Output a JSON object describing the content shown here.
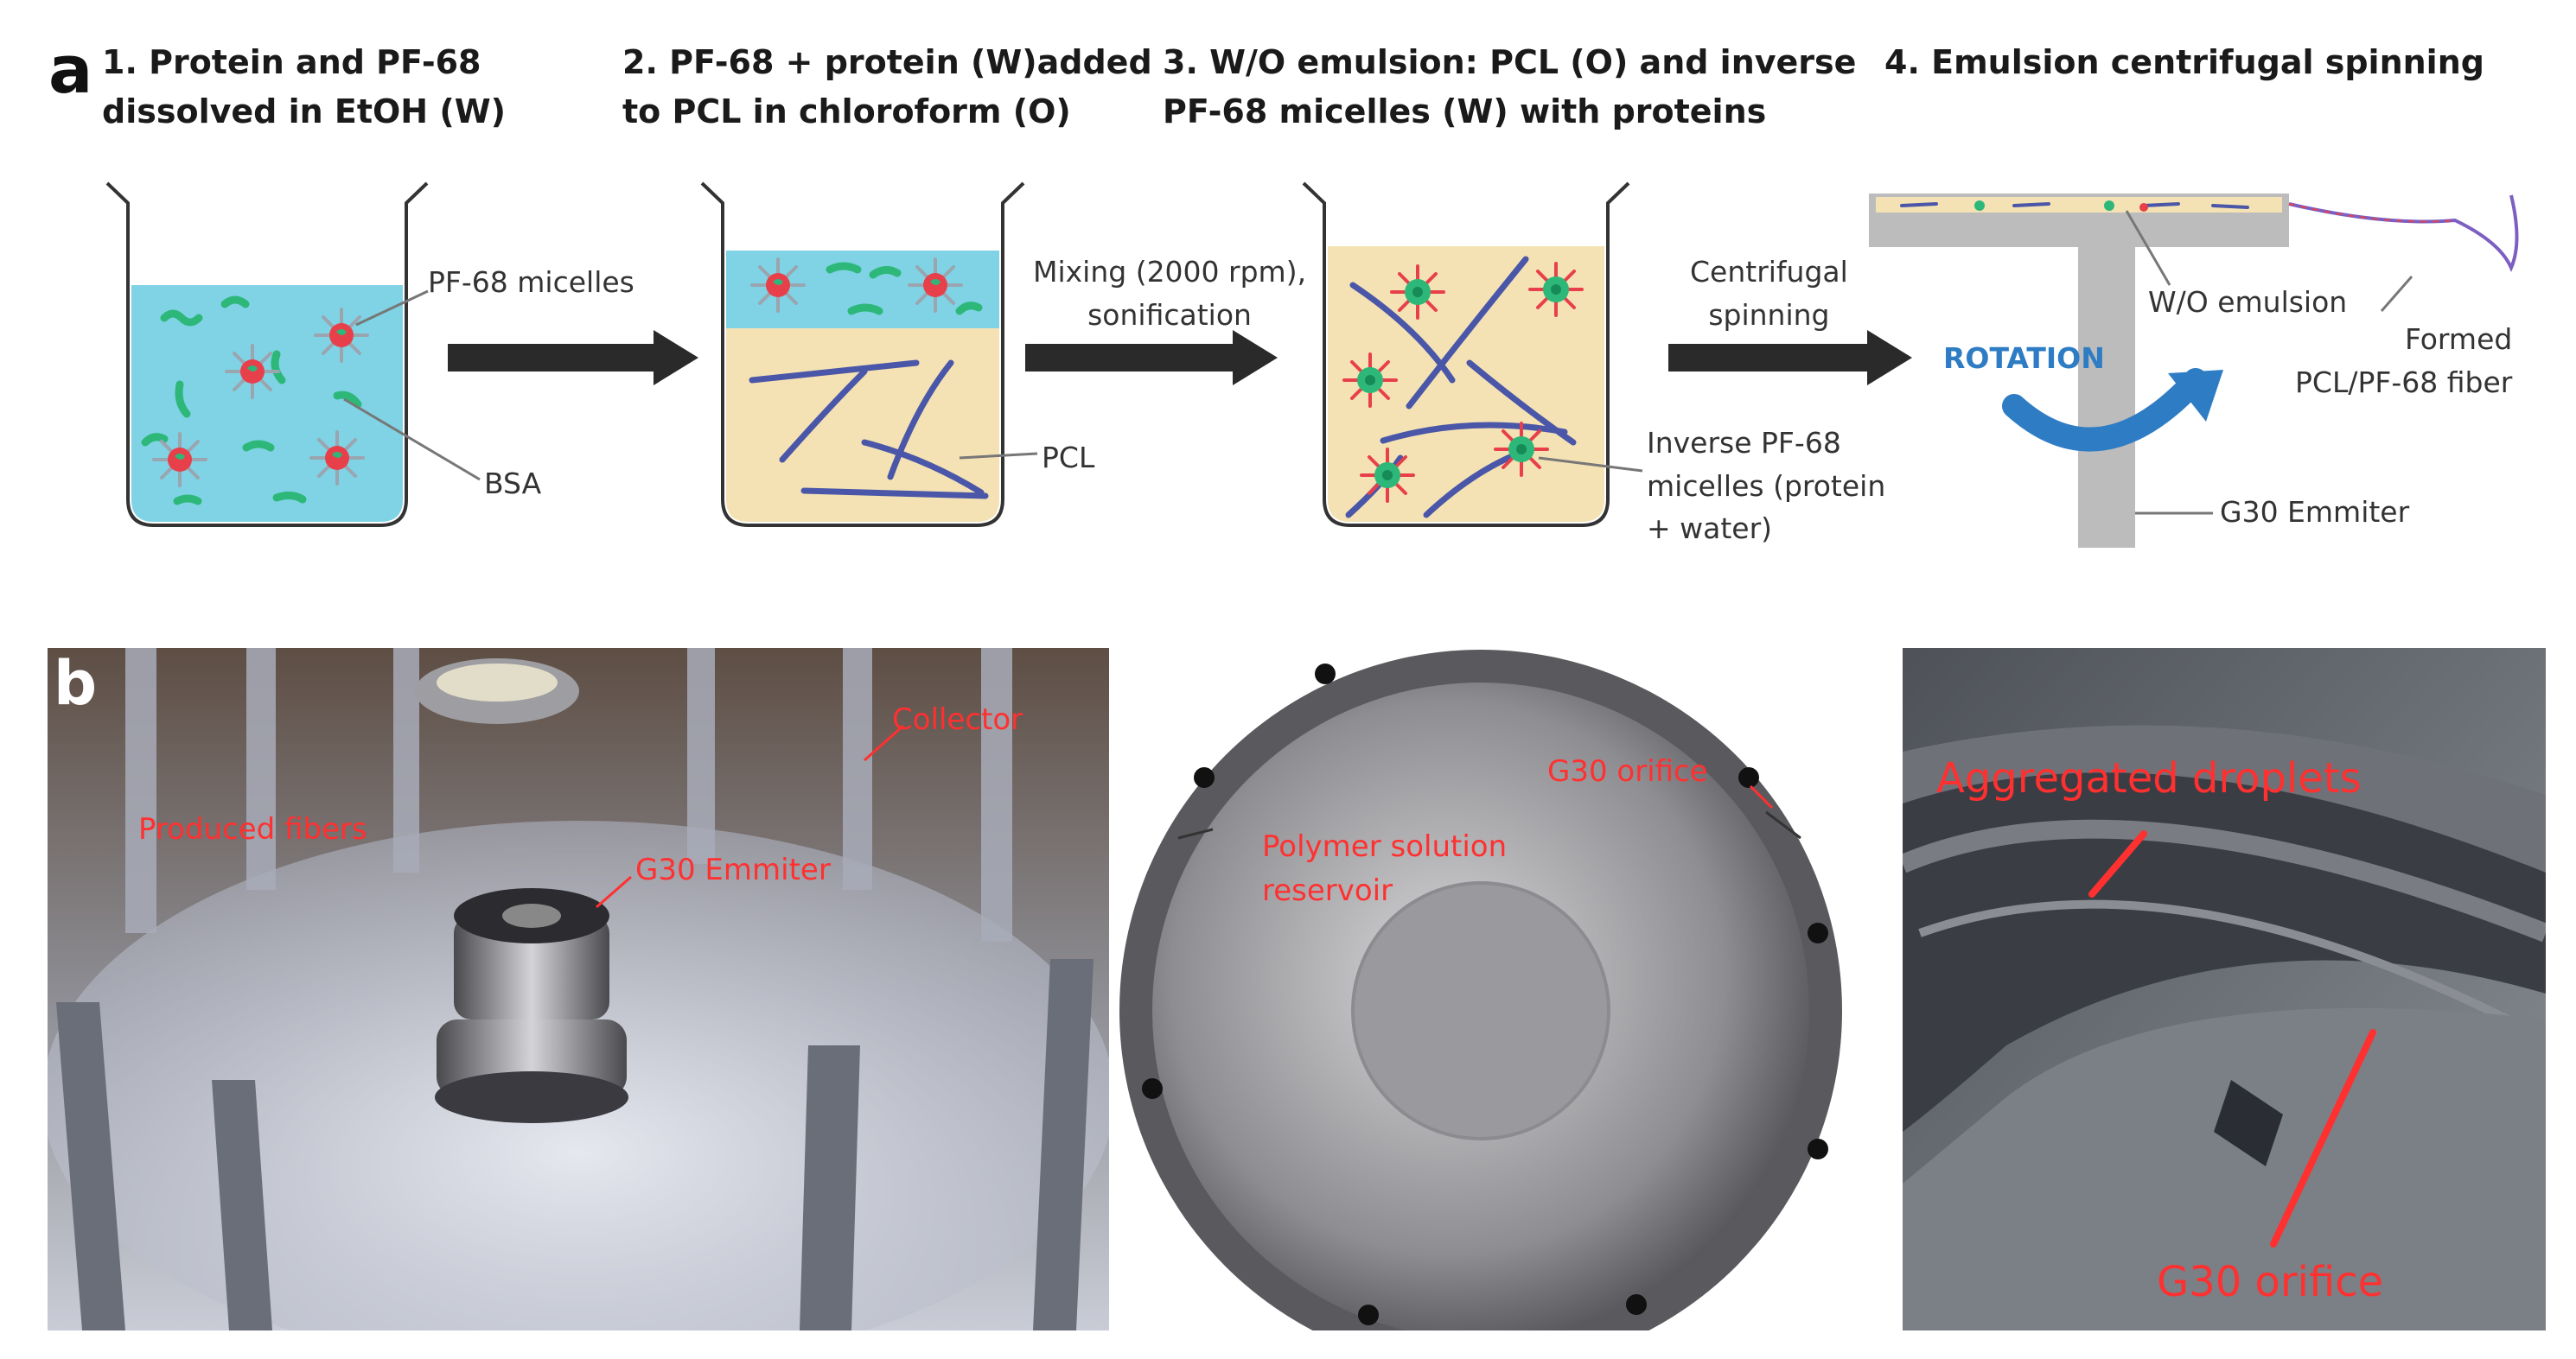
{
  "panel_a": {
    "letter": "a",
    "steps": [
      "1. Protein and PF-68\ndissolved in EtOH (W)",
      "2. PF-68  + protein (W)added\nto  PCL in chloroform (O)",
      "3. W/O emulsion: PCL (O) and inverse\nPF-68 micelles (W) with proteins",
      "4. Emulsion centrifugal spinning"
    ],
    "labels": {
      "micelles": "PF-68 micelles",
      "bsa": "BSA",
      "pcl": "PCL",
      "mixing": "Mixing (2000 rpm),\nsonification",
      "centrifugal": "Centrifugal\nspinning",
      "inverse": "Inverse PF-68\nmicelles (protein\n+ water)",
      "rotation": "ROTATION",
      "wo_emulsion": "W/O emulsion",
      "fiber": "Formed\nPCL/PF-68 fiber",
      "emitter": "G30 Emmiter"
    }
  },
  "panel_b": {
    "letter": "b",
    "photo1": {
      "collector": "Collector",
      "fibers": "Produced fibers",
      "emitter": "G30 Emmiter"
    },
    "photo2": {
      "orifice": "G30 orifice",
      "reservoir": "Polymer solution\nreservoir"
    },
    "photo3": {
      "droplets": "Aggregated droplets",
      "orifice": "G30 orifice"
    }
  },
  "colors": {
    "water": "#7fd3e4",
    "oil": "#f4e2b4",
    "pcl": "#4a56a8",
    "bsa": "#2db87a",
    "micelle_core": "#e8404a",
    "arrow": "#2a2a2a",
    "rotation": "#2e7cc4",
    "photo_label": "#ff3030"
  }
}
